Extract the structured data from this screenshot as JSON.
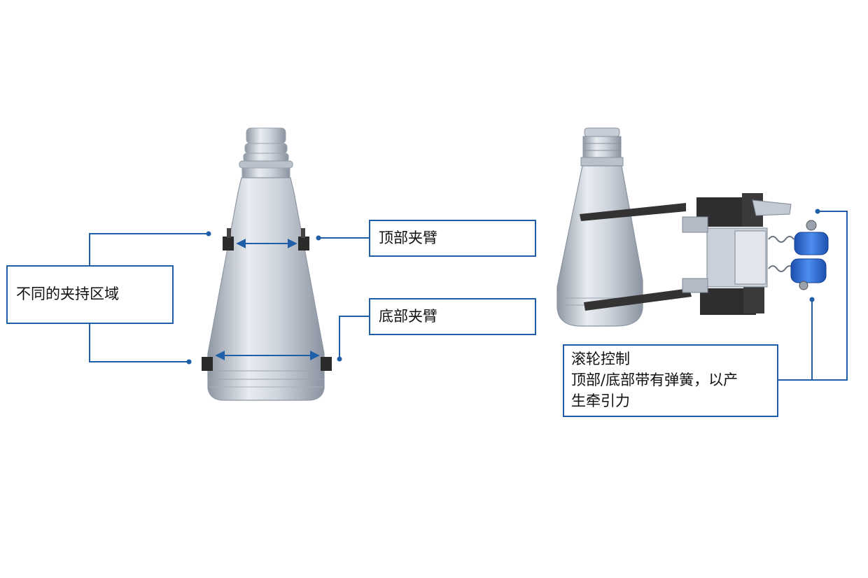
{
  "labels": {
    "grip_zones": "不同的夹持区域",
    "top_arm": "顶部夹臂",
    "bottom_arm": "底部夹臂",
    "roller_title": "滚轮控制",
    "roller_line2": "顶部/底部带有弹簧，以产",
    "roller_line3": "生牵引力"
  },
  "colors": {
    "accent": "#1f5fa8",
    "bottle_body": "#c9d0da",
    "arm_dark": "#2b2b2b",
    "roller_blue": "#2f6fd6"
  }
}
